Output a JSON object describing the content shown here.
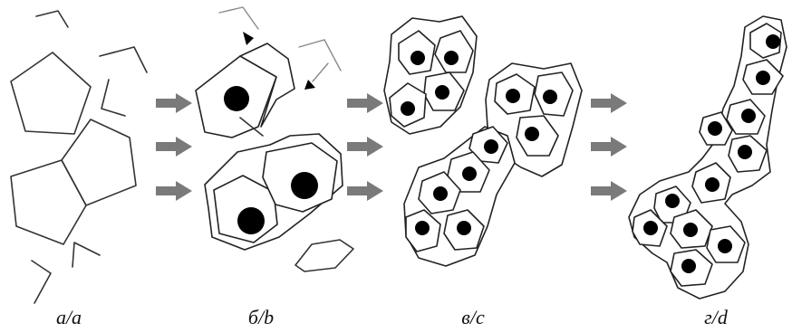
{
  "panels": [
    {
      "id": "a",
      "label": "а/a"
    },
    {
      "id": "b",
      "label": "б/b"
    },
    {
      "id": "c",
      "label": "в/c"
    },
    {
      "id": "d",
      "label": "г/d"
    }
  ],
  "colors": {
    "outline": "#222222",
    "nucleus": "#000000",
    "arrow": "#7a7a7a",
    "fragment": "#8a8a8a"
  },
  "icons": [
    "arrow-right-icon",
    "arrowhead-icon"
  ]
}
